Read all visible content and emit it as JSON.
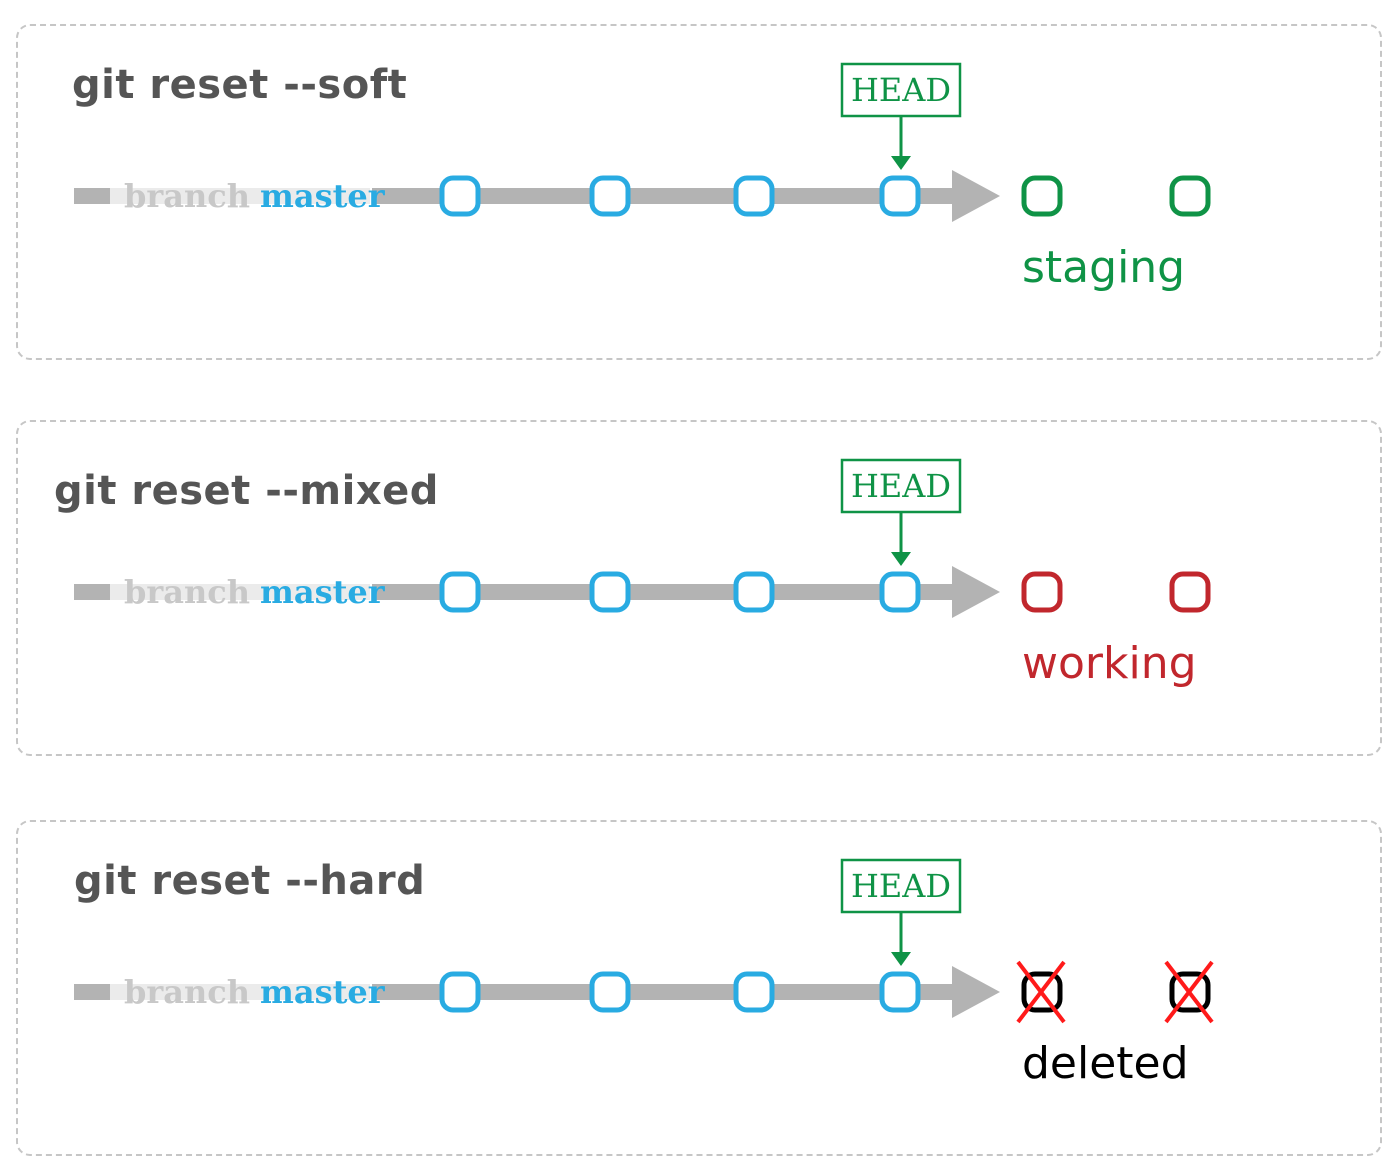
{
  "colors": {
    "commit": "#29abe2",
    "head": "#0f9346",
    "arrow": "#b3b3b3",
    "branch_word": "#c8c8c8",
    "branch_name": "#29abe2",
    "title": "#555555",
    "deleted_cross": "#ff1a1a"
  },
  "head_label": "HEAD",
  "panels": [
    {
      "title": "git reset --soft",
      "branch_word": "branch",
      "branch_name": "master",
      "status_label": "staging",
      "status_color": "#0f9346",
      "status_commit_color": "#0f9346",
      "crossed": false
    },
    {
      "title": "git reset --mixed",
      "branch_word": "branch",
      "branch_name": "master",
      "status_label": "working",
      "status_color": "#c1272d",
      "status_commit_color": "#c1272d",
      "crossed": false
    },
    {
      "title": "git reset --hard",
      "branch_word": "branch",
      "branch_name": "master",
      "status_label": "deleted",
      "status_color": "#000000",
      "status_commit_color": "#000000",
      "crossed": true
    }
  ]
}
